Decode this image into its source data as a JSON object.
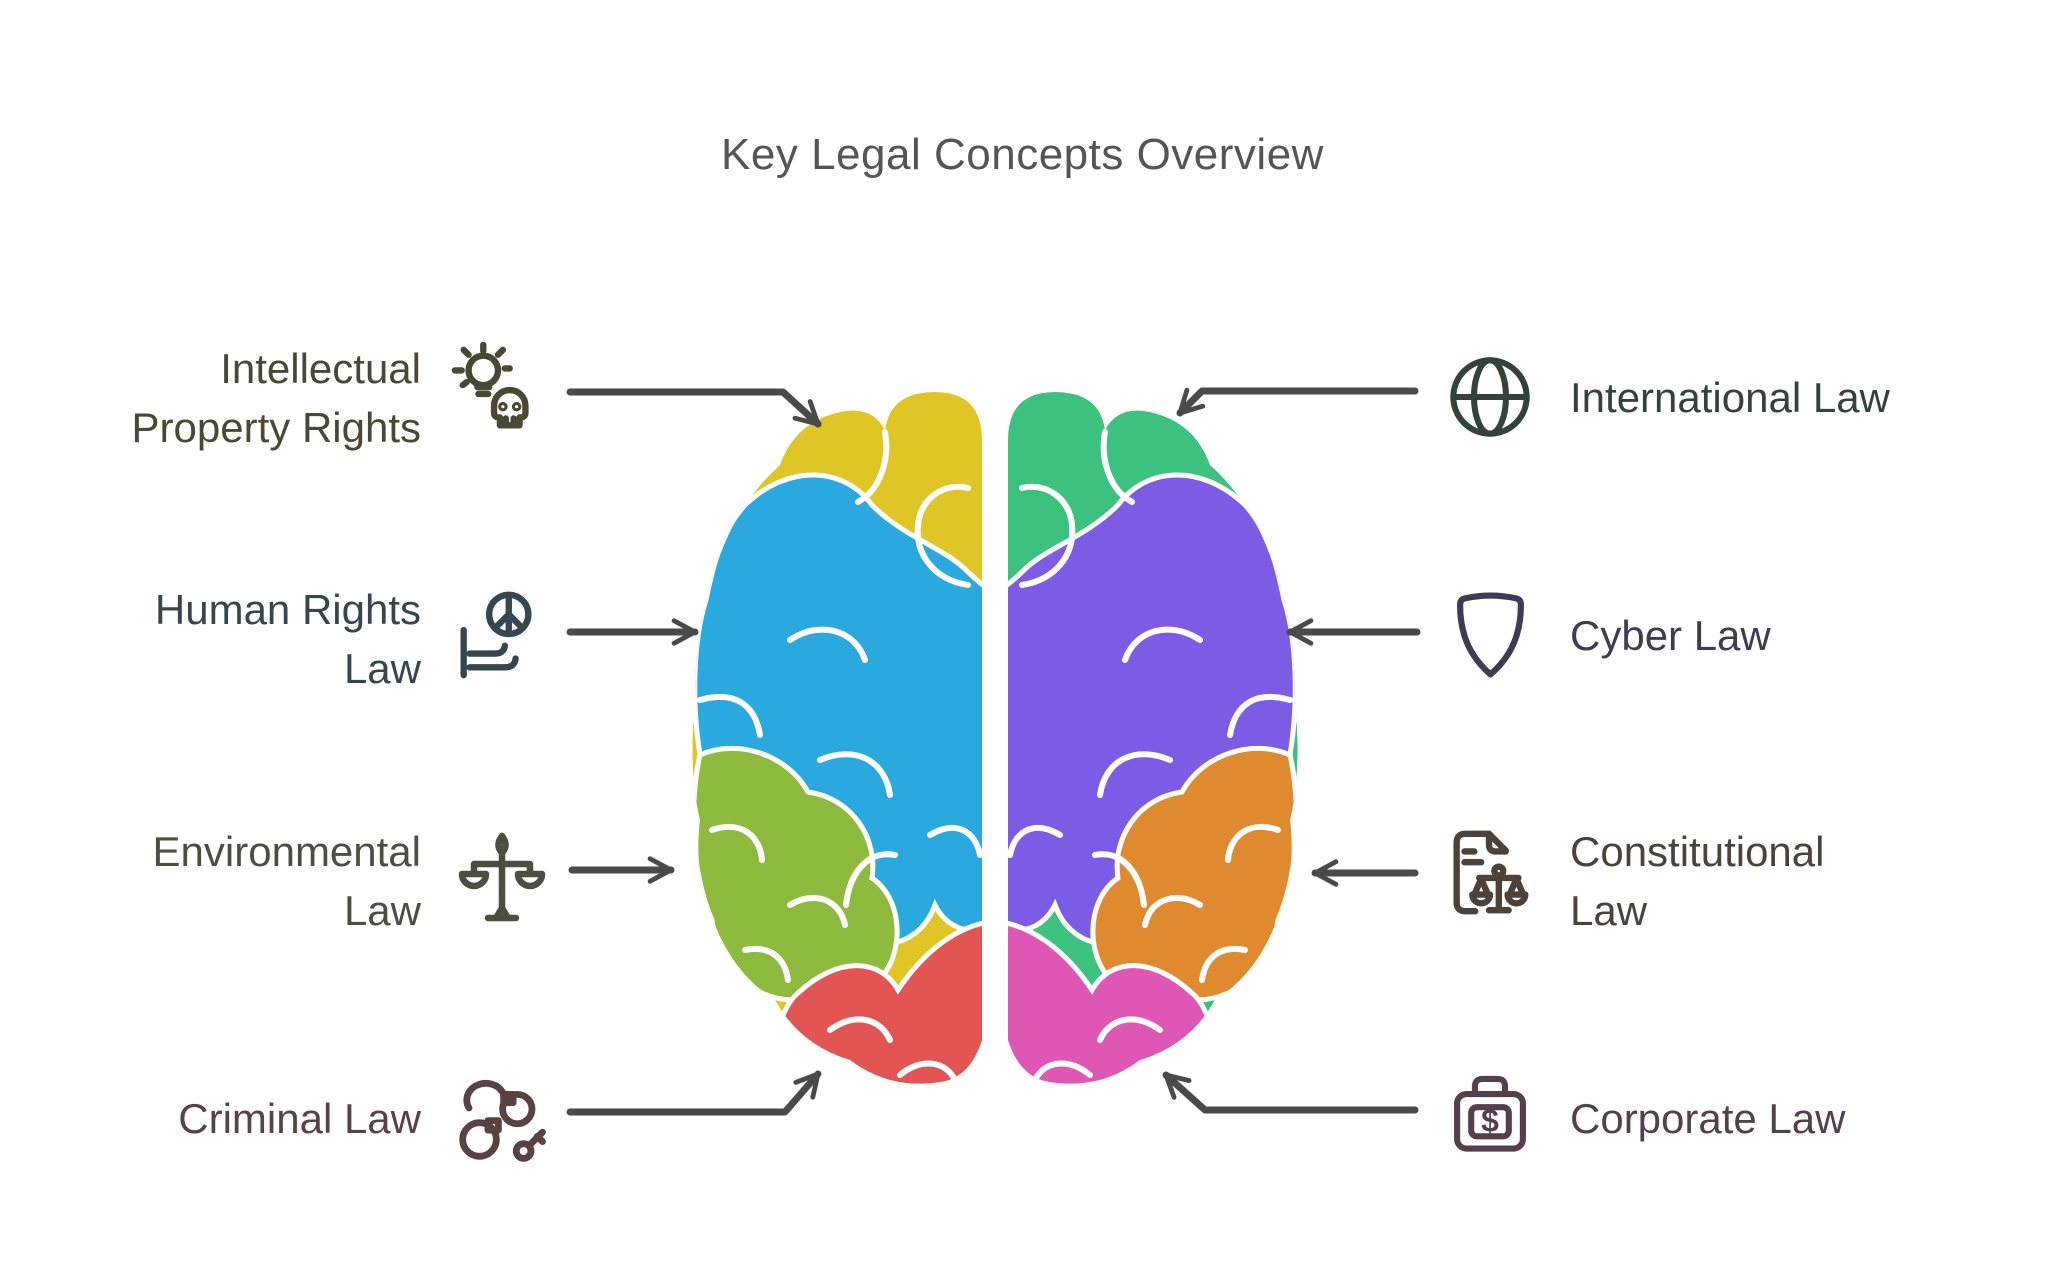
{
  "title": "Key Legal Concepts Overview",
  "arrow_color": "#4A4A4A",
  "title_color": "#555555",
  "brain": {
    "left_lobes": [
      "#DFC525",
      "#2AA9DF",
      "#8EBB3D",
      "#E25553"
    ],
    "right_lobes": [
      "#3CC17E",
      "#7C5CE4",
      "#E08A30",
      "#DE57B4"
    ],
    "divider_color": "#FFFFFF"
  },
  "items": [
    {
      "id": "intellectual-property-rights",
      "lines": [
        "Intellectual",
        "Property Rights"
      ],
      "icon": "lightbulb-skull",
      "color": "#4A4733",
      "side": "left"
    },
    {
      "id": "human-rights-law",
      "lines": [
        "Human Rights",
        "Law"
      ],
      "icon": "peace-hand",
      "color": "#35464F",
      "side": "left"
    },
    {
      "id": "environmental-law",
      "lines": [
        "Environmental",
        "Law"
      ],
      "icon": "balance-scale",
      "color": "#4A4F3F",
      "side": "left"
    },
    {
      "id": "criminal-law",
      "lines": [
        "Criminal Law"
      ],
      "icon": "handcuffs-key",
      "color": "#5A4242",
      "side": "left"
    },
    {
      "id": "international-law",
      "lines": [
        "International Law"
      ],
      "icon": "globe",
      "color": "#32433A",
      "side": "right"
    },
    {
      "id": "cyber-law",
      "lines": [
        "Cyber Law"
      ],
      "icon": "shield",
      "color": "#3E3B55",
      "side": "right"
    },
    {
      "id": "constitutional-law",
      "lines": [
        "Constitutional",
        "Law"
      ],
      "icon": "document-scales",
      "color": "#4C4238",
      "side": "right"
    },
    {
      "id": "corporate-law",
      "lines": [
        "Corporate Law"
      ],
      "icon": "briefcase-dollar",
      "color": "#553F4E",
      "side": "right"
    }
  ]
}
